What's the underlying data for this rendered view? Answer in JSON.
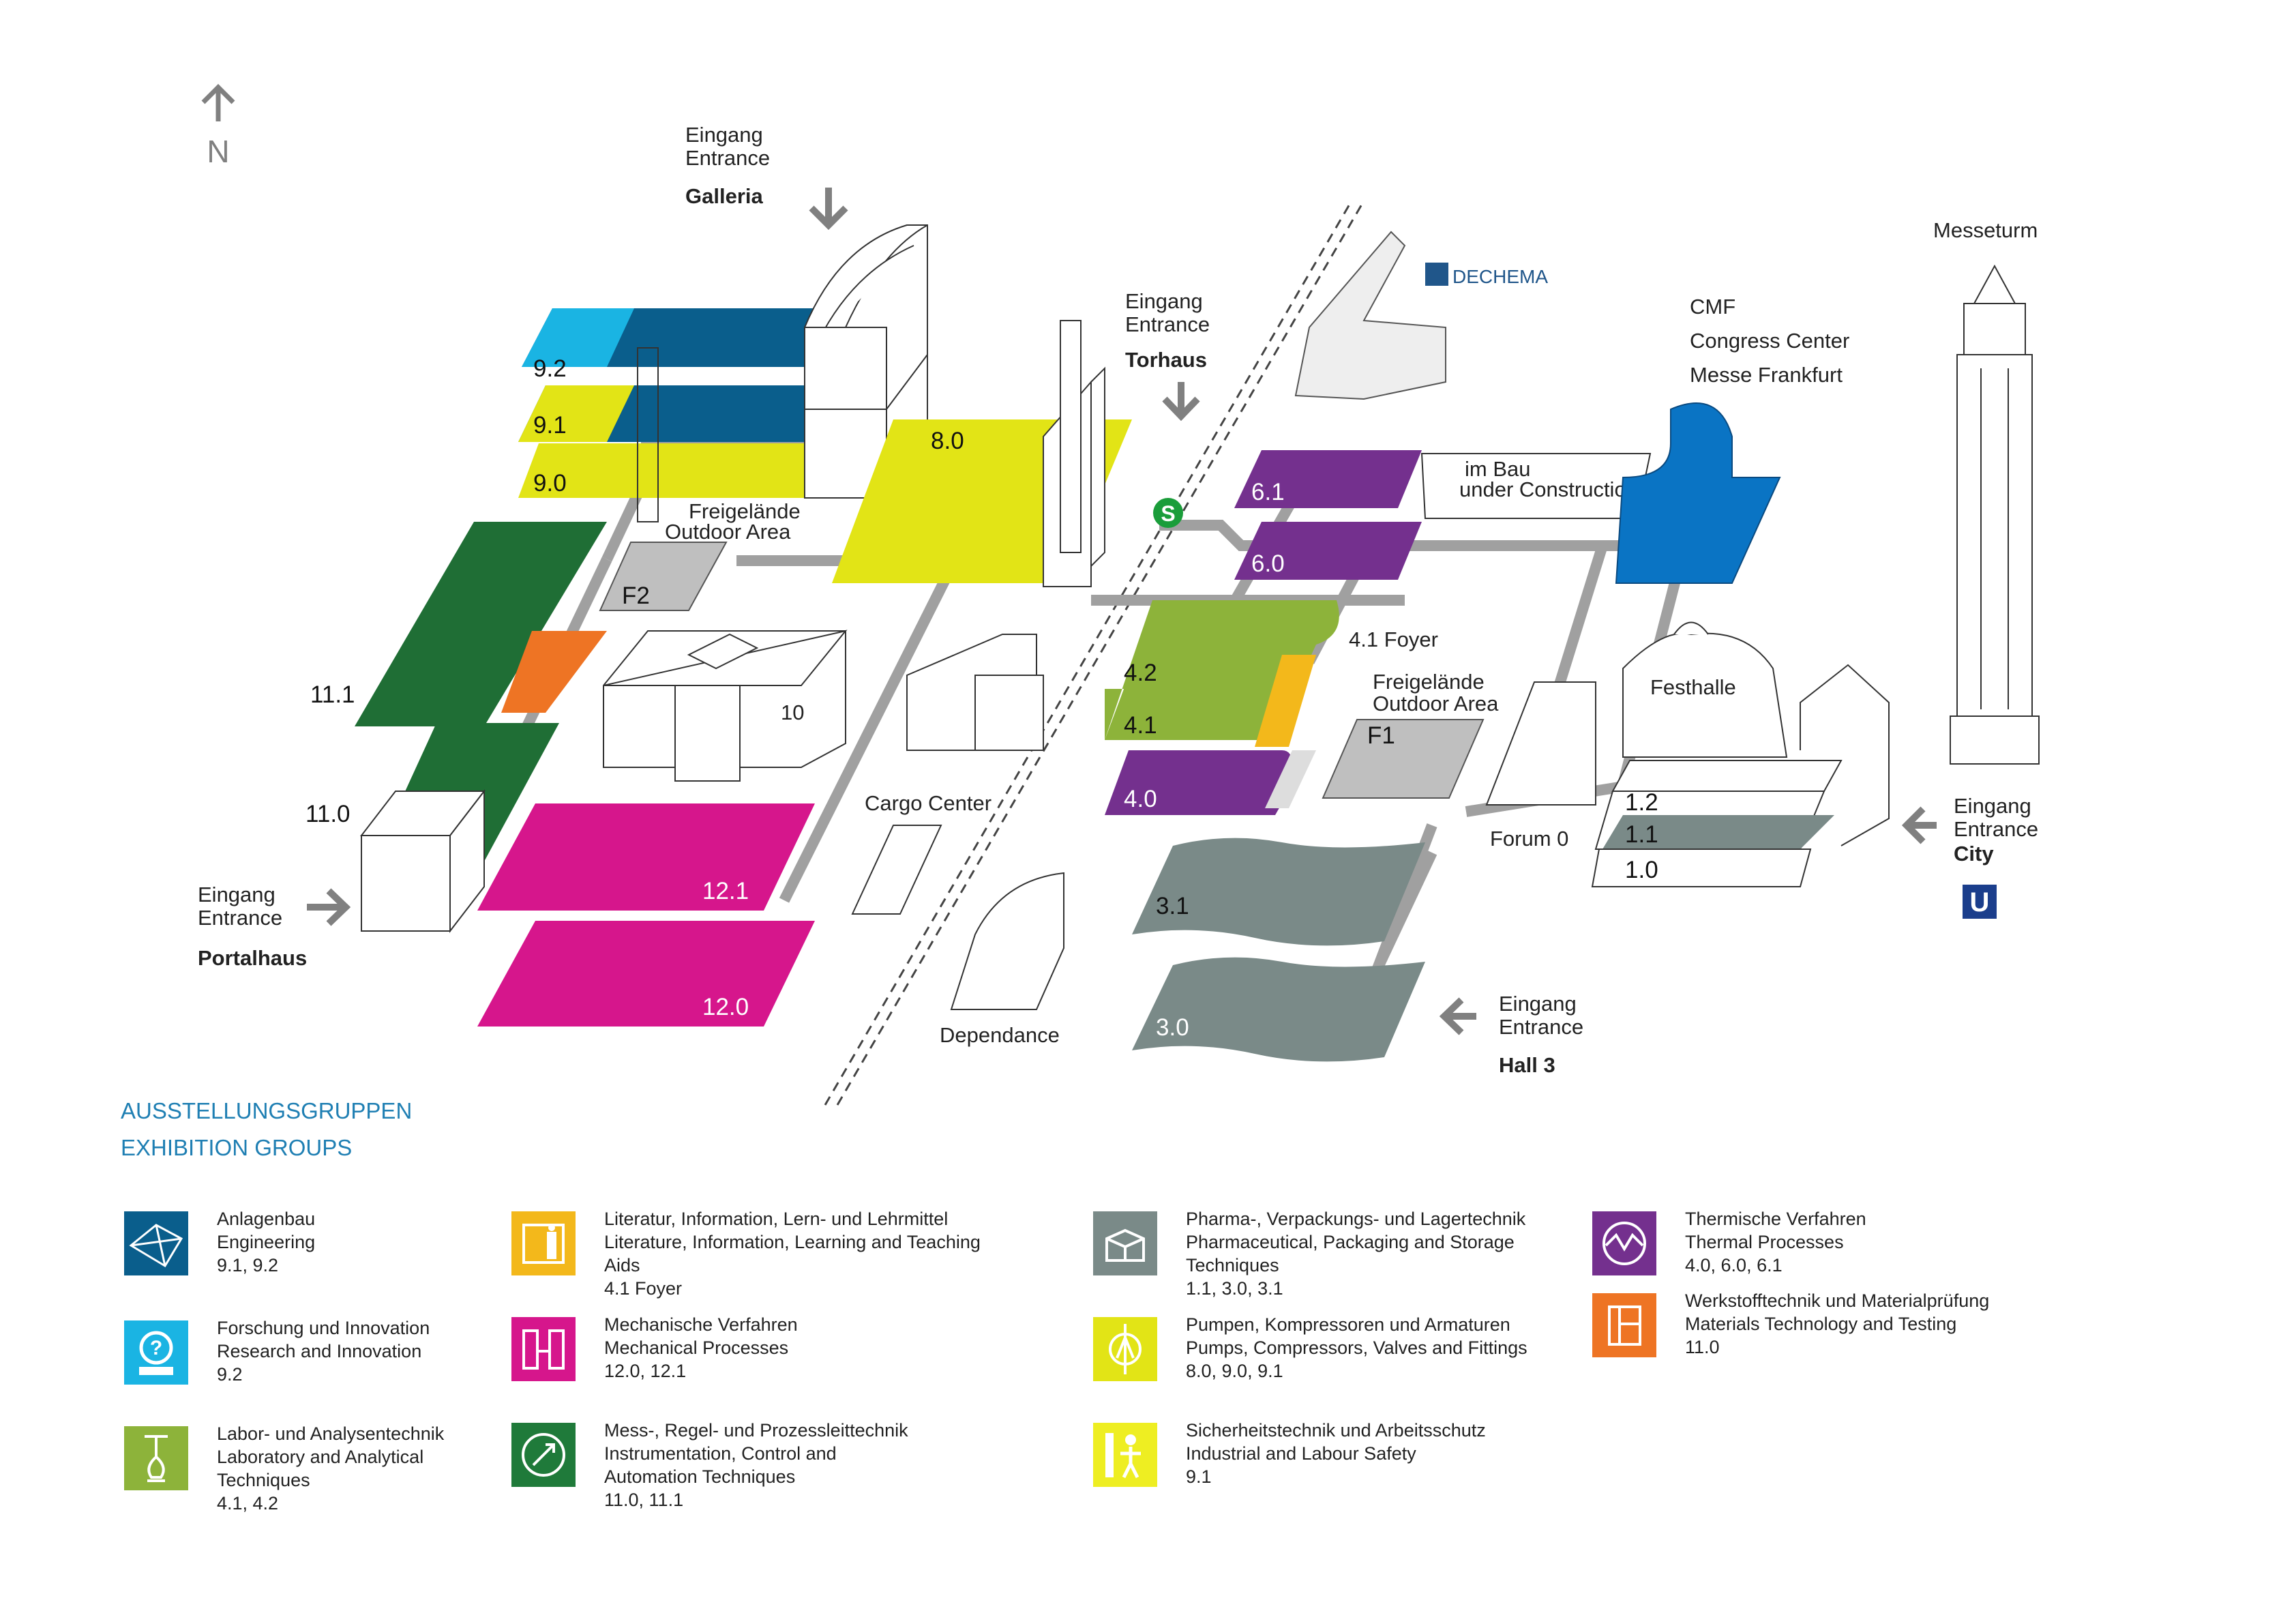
{
  "compass": {
    "label": "N"
  },
  "entrances": {
    "galleria": {
      "de": "Eingang",
      "en": "Entrance",
      "name": "Galleria"
    },
    "torhaus": {
      "de": "Eingang",
      "en": "Entrance",
      "name": "Torhaus"
    },
    "portalhaus": {
      "de": "Eingang",
      "en": "Entrance",
      "name": "Portalhaus"
    },
    "hall3": {
      "de": "Eingang",
      "en": "Entrance",
      "name": "Hall 3"
    },
    "city": {
      "de": "Eingang",
      "en": "Entrance",
      "name": "City"
    }
  },
  "buildings": {
    "messeturm": "Messeturm",
    "cmf_line1": "CMF",
    "cmf_line2": "Congress Center",
    "cmf_line3": "Messe Frankfurt",
    "dechema": "DECHEMA",
    "festhalle": "Festhalle",
    "cargo_center": "Cargo Center",
    "dependance": "Dependance",
    "forum0": "Forum 0",
    "hall10": "10",
    "under_construction_de": "im Bau",
    "under_construction_en": "under Construction",
    "outdoor1_de": "Freigelände",
    "outdoor1_en": "Outdoor Area",
    "outdoor2_de": "Freigelände",
    "outdoor2_en": "Outdoor Area",
    "foyer41": "4.1 Foyer",
    "f1": "F1",
    "f2": "F2"
  },
  "halls": {
    "h92": "9.2",
    "h91": "9.1",
    "h90": "9.0",
    "h80": "8.0",
    "h111": "11.1",
    "h110": "11.0",
    "h121": "12.1",
    "h120": "12.0",
    "h61": "6.1",
    "h60": "6.0",
    "h42": "4.2",
    "h41": "4.1",
    "h40": "4.0",
    "h31": "3.1",
    "h30": "3.0",
    "h12": "1.2",
    "h11": "1.1",
    "h10": "1.0"
  },
  "transit": {
    "sbahn": "S",
    "ubahn": "U"
  },
  "legend": {
    "title_de": "AUSSTELLUNGSGRUPPEN",
    "title_en": "EXHIBITION GROUPS",
    "items": [
      {
        "text": "Anlagenbau\nEngineering\n9.1, 9.2",
        "color": "#0a5e8c",
        "icon": "engineering-icon"
      },
      {
        "text": "Forschung und Innovation\nResearch and Innovation\n9.2",
        "color": "#1ab4e3",
        "icon": "research-icon"
      },
      {
        "text": "Labor- und Analysentechnik\nLaboratory and Analytical\nTechniques\n4.1, 4.2",
        "color": "#8db33a",
        "icon": "laboratory-icon"
      },
      {
        "text": "Literatur, Information, Lern- und Lehrmittel\nLiterature, Information, Learning and Teaching Aids\n 4.1 Foyer",
        "color": "#f3b81b",
        "icon": "literature-icon"
      },
      {
        "text": "Mechanische Verfahren\nMechanical Processes\n12.0, 12.1",
        "color": "#d6168c",
        "icon": "mechanical-icon"
      },
      {
        "text": "Mess-, Regel- und Prozessleittechnik\nInstrumentation, Control and\nAutomation Techniques\n11.0, 11.1",
        "color": "#1f7a3a",
        "icon": "instrumentation-icon"
      },
      {
        "text": "Pharma-, Verpackungs- und Lagertechnik\nPharmaceutical, Packaging and Storage\nTechniques\n1.1, 3.0, 3.1",
        "color": "#7a8a88",
        "icon": "pharma-icon"
      },
      {
        "text": "Pumpen, Kompressoren und Armaturen\nPumps, Compressors, Valves and Fittings\n8.0, 9.0, 9.1",
        "color": "#e2e416",
        "icon": "pump-icon"
      },
      {
        "text": "Sicherheitstechnik und Arbeitsschutz\nIndustrial and Labour Safety\n9.1",
        "color": "#eeee22",
        "icon": "safety-icon"
      },
      {
        "text": "Thermische Verfahren\nThermal Processes\n4.0, 6.0, 6.1",
        "color": "#74308e",
        "icon": "thermal-icon"
      },
      {
        "text": "Werkstofftechnik und Materialprüfung\nMaterials Technology and Testing\n11.0",
        "color": "#ee7424",
        "icon": "materials-icon"
      }
    ]
  }
}
